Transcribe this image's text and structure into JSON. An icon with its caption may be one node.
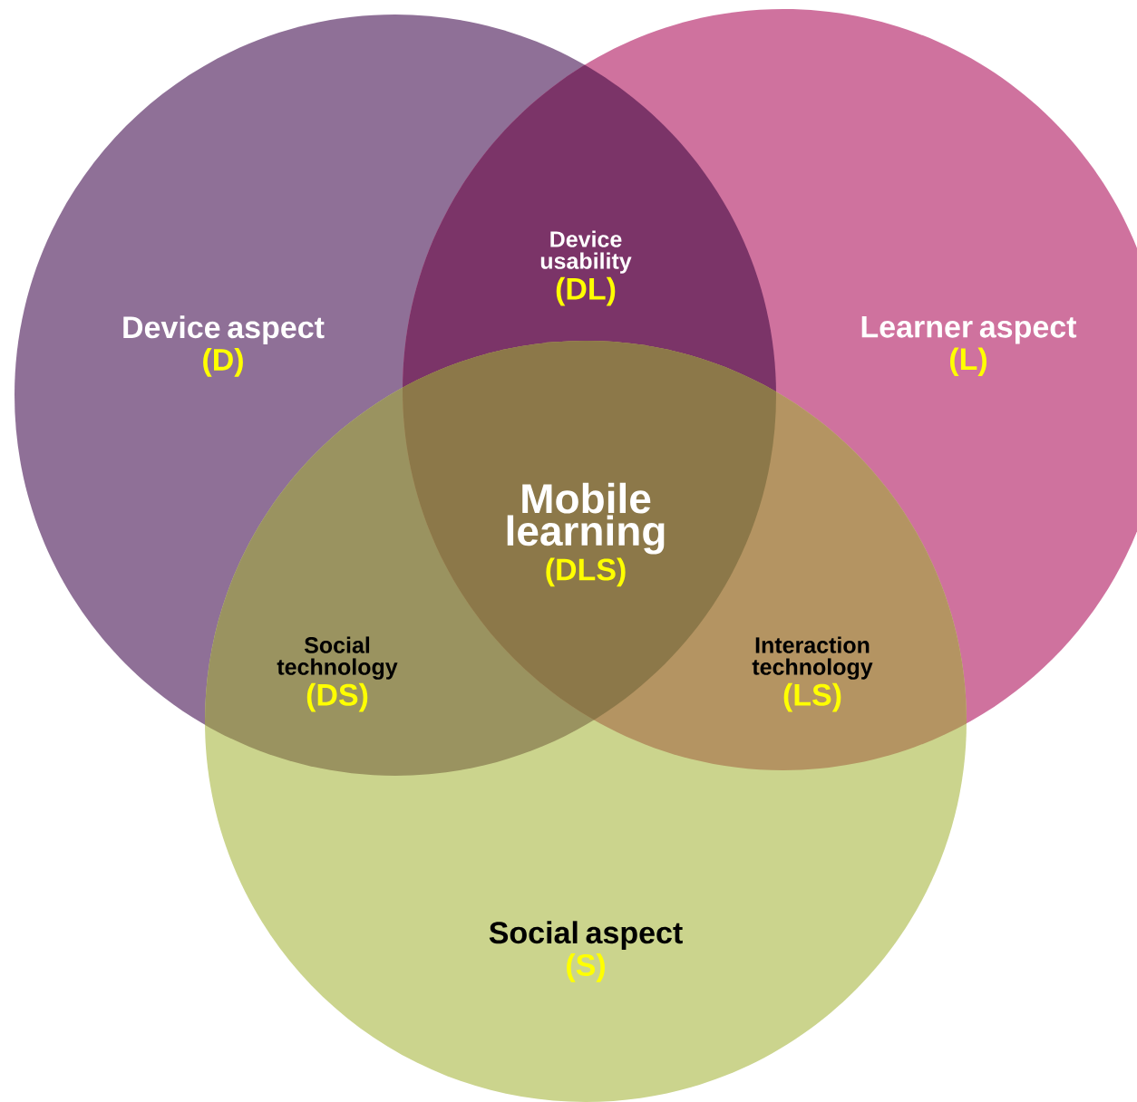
{
  "diagram": {
    "nodes": [
      {
        "text": [
          "Device aspect",
          "(D)"
        ]
      },
      {
        "text": [
          "Learner aspect",
          "(L)"
        ]
      },
      {
        "text": [
          "Social aspect",
          "(S)"
        ]
      },
      {
        "text": [
          "Device usability",
          "(DL)"
        ]
      },
      {
        "text": [
          "Social technology",
          "(DS)"
        ]
      },
      {
        "text": [
          "Interaction technology",
          "(LS)"
        ]
      },
      {
        "text": [
          "Mobile learning",
          "(DLS)"
        ]
      }
    ]
  }
}
